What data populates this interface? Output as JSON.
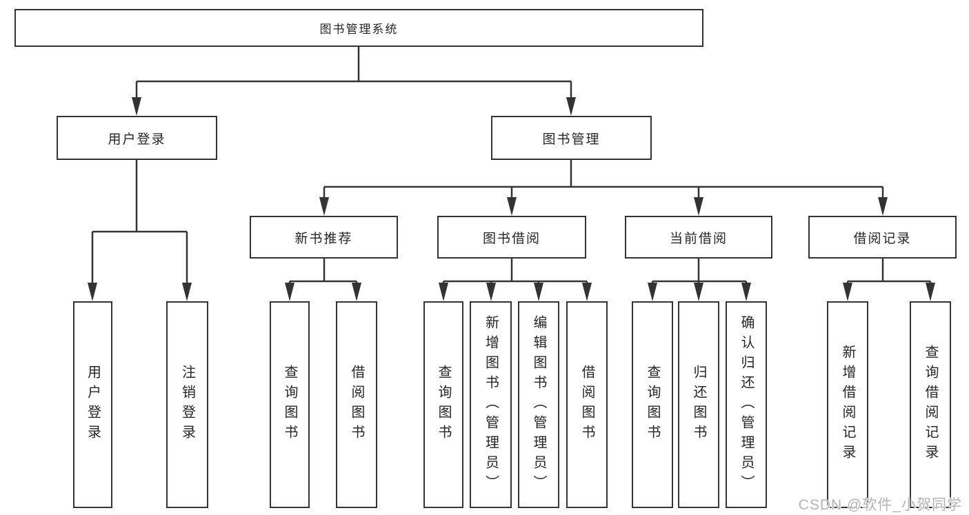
{
  "tree": {
    "root": "图书管理系统",
    "branches": [
      {
        "label": "用户登录",
        "children": [
          "用户登录",
          "注销登录"
        ]
      },
      {
        "label": "图书管理",
        "groups": [
          {
            "label": "新书推荐",
            "children": [
              "查询图书",
              "借阅图书"
            ]
          },
          {
            "label": "图书借阅",
            "children": [
              "查询图书",
              "新增图书（管理员）",
              "编辑图书（管理员）",
              "借阅图书"
            ]
          },
          {
            "label": "当前借阅",
            "children": [
              "查询图书",
              "归还图书",
              "确认归还（管理员）"
            ]
          },
          {
            "label": "借阅记录",
            "children": [
              "新增借阅记录",
              "查询借阅记录"
            ]
          }
        ]
      }
    ]
  },
  "watermark": "CSDN @软件_小贺同学",
  "colors": {
    "line": "#333333",
    "box_background": "#ffffff",
    "text": "#262626",
    "watermark": "#b3b3b3"
  }
}
